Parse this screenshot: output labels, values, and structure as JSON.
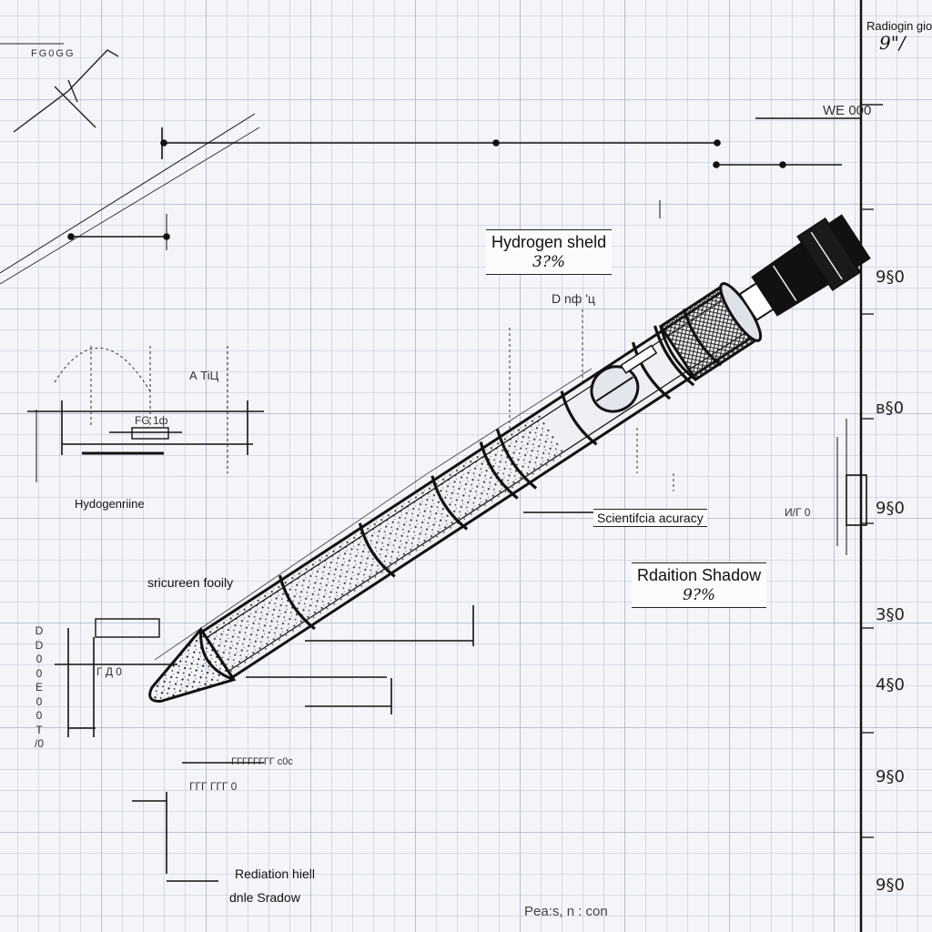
{
  "callouts": {
    "hydrogen_shield": {
      "label": "Hydrogen sheld",
      "value": "3?%"
    },
    "radiation_shadow": {
      "label": "Rdaition Shadow",
      "value": "9?%"
    },
    "scientific_accuracy": "Scientifcia acuracy",
    "radiogin": {
      "label": "Radiogin gio",
      "value": "9\"/"
    }
  },
  "notes": {
    "hydrogen_line": "Hydogenriine",
    "structure_family": "sricureen fooily",
    "radiation_shield": "Rediation hiell",
    "shadow_note": "dnle Sradow",
    "bottom_note": "Pea:s, n : con",
    "dnf": "D nф 'ц",
    "top_dim": "WE 000",
    "top_left_dim": "FG0GG",
    "mid_dim": "FG 1ф",
    "ma_dim": "А TiЦ",
    "left_vertical_dims": [
      "D",
      "D",
      "0",
      "0",
      "Е",
      "0",
      "0",
      "T",
      "/0"
    ],
    "lower_dim_1": "ГГГГГГГГ c0c",
    "lower_dim_2": "ГГГ ГГГ 0",
    "lower_left_dim": "Г Д 0",
    "right_small": "И/Г 0"
  },
  "scale_labels": [
    "9§0",
    "в§0",
    "9§0",
    "3§0",
    "4§0",
    "9§0",
    "9§0"
  ],
  "colors": {
    "grid": "#9aa3b4",
    "grid_major": "#7d8799",
    "ink": "#111111",
    "paper": "#f3f5f9"
  }
}
